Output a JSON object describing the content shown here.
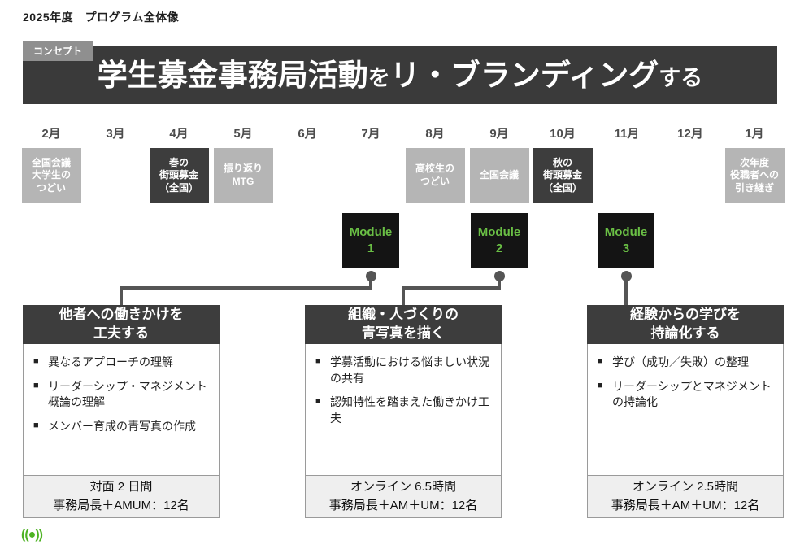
{
  "page": {
    "title": "2025年度　プログラム全体像"
  },
  "concept": {
    "tag": "コンセプト",
    "part1": "学生募金事務局活動",
    "part2": "を",
    "part3": "リ・ブランディング",
    "part4": "する"
  },
  "timeline": {
    "months": [
      "2月",
      "3月",
      "4月",
      "5月",
      "6月",
      "7月",
      "8月",
      "9月",
      "10月",
      "11月",
      "12月",
      "1月"
    ],
    "events": [
      {
        "label": "全国会議\n大学生の\nつどい",
        "style": "gray",
        "month": "2月"
      },
      {
        "label": "春の\n街頭募金\n（全国）",
        "style": "dark",
        "month": "4月"
      },
      {
        "label": "振り返り\nMTG",
        "style": "gray",
        "month": "5月"
      },
      {
        "label": "高校生の\nつどい",
        "style": "gray",
        "month": "8月"
      },
      {
        "label": "全国会議",
        "style": "gray",
        "month": "9月"
      },
      {
        "label": "秋の\n街頭募金\n（全国）",
        "style": "dark",
        "month": "10月"
      },
      {
        "label": "次年度\n役職者への\n引き継ぎ",
        "style": "gray",
        "month": "1月"
      }
    ]
  },
  "modules": [
    {
      "label": "Module\n1"
    },
    {
      "label": "Module\n2"
    },
    {
      "label": "Module\n3"
    }
  ],
  "cards": [
    {
      "title": "他者への働きかけを\n工夫する",
      "bullets": [
        "異なるアプローチの理解",
        "リーダーシップ・マネジメント概論の理解",
        "メンバー育成の青写真の作成"
      ],
      "footer": "対面 2 日間\n事務局長＋AMUM：12名"
    },
    {
      "title": "組織・人づくりの\n青写真を描く",
      "bullets": [
        "学募活動における悩ましい状況の共有",
        "認知特性を踏まえた働きかけ工夫"
      ],
      "footer": "オンライン 6.5時間\n事務局長＋AM＋UM：12名"
    },
    {
      "title": "経験からの学びを\n持論化する",
      "bullets": [
        "学び（成功／失敗）の整理",
        "リーダーシップとマネジメントの持論化"
      ],
      "footer": "オンライン 2.5時間\n事務局長＋AM＋UM：12名"
    }
  ],
  "colors": {
    "banner_bg": "#3a3a3a",
    "event_gray": "#b5b5b5",
    "event_dark": "#3d3d3d",
    "module_bg": "#141414",
    "module_text": "#6abf45",
    "connector": "#555555",
    "footer_bg": "#efefef",
    "logo_green": "#4eb324"
  },
  "logo": {
    "glyph": "((●))"
  }
}
